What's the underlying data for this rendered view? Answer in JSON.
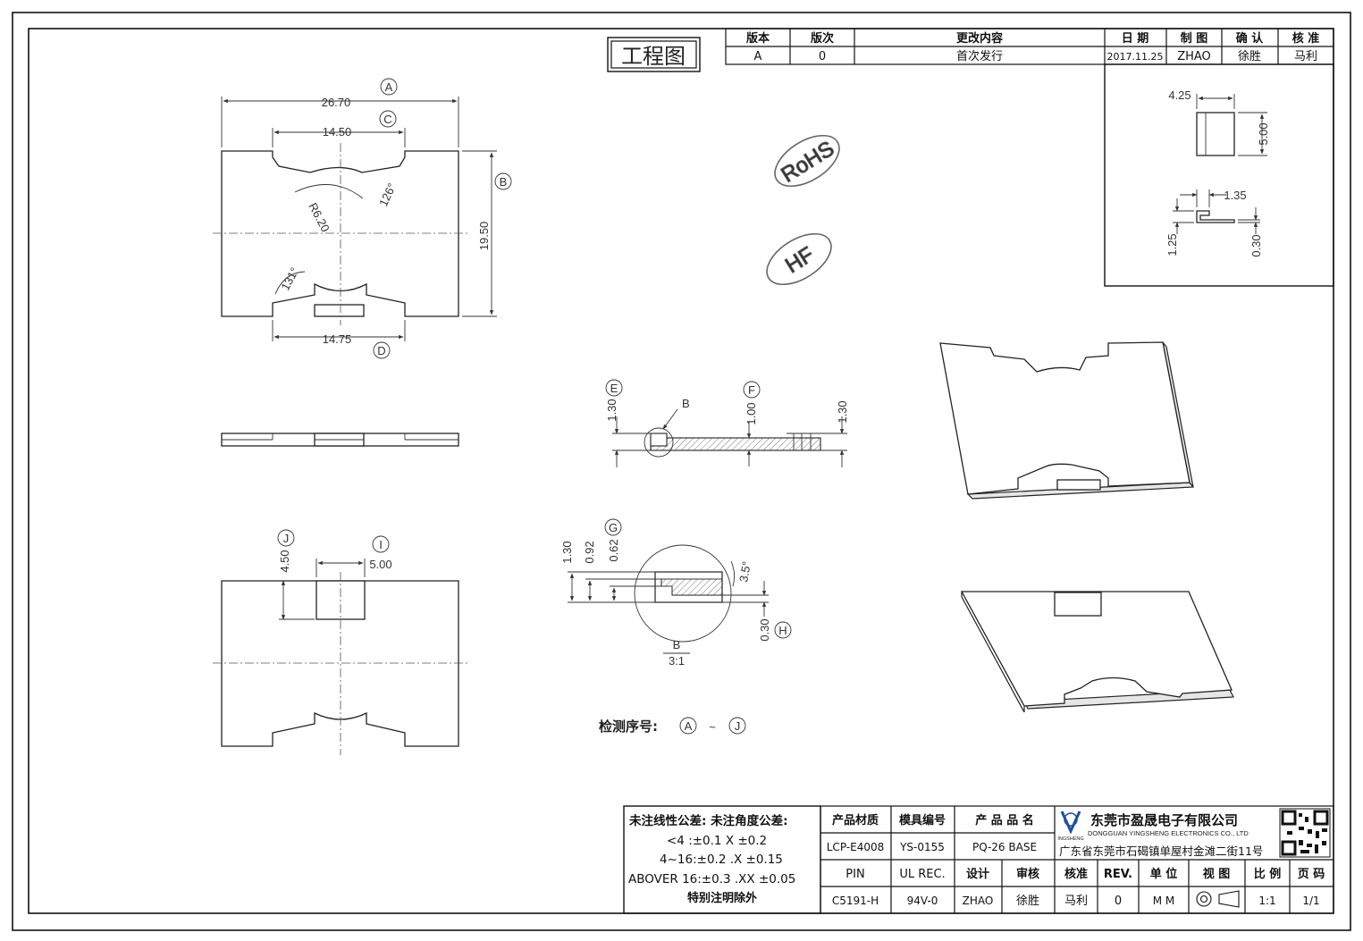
{
  "title_label": "工程图",
  "stamps": {
    "rohs": "RoHS",
    "hf": "HF"
  },
  "revision_table": {
    "headers": [
      "版本",
      "版次",
      "更改内容",
      "日 期",
      "制 图",
      "确 认",
      "核 准"
    ],
    "row": [
      "A",
      "0",
      "首次发行",
      "2017.11.25",
      "ZHAO",
      "徐胜",
      "马利"
    ]
  },
  "top_view": {
    "dims": {
      "width": "26.70",
      "notch_top": "14.50",
      "notch_bottom": "14.75",
      "height": "19.50",
      "radius": "R6.20",
      "angle_top": "126°",
      "angle_bottom": "131°"
    },
    "markers": {
      "a": "A",
      "b": "B",
      "c": "C",
      "d": "D"
    }
  },
  "side_section": {
    "dims": {
      "left_height": "1.30",
      "mid_thickness": "1.00",
      "right_height": "1.30"
    },
    "markers": {
      "e": "E",
      "f": "F"
    },
    "detail_callout": "B"
  },
  "bottom_view": {
    "dims": {
      "slot_height": "4.50",
      "slot_width": "5.00"
    },
    "markers": {
      "j": "J",
      "i": "I"
    }
  },
  "detail_b": {
    "dims": {
      "d1": "1.30",
      "d2": "0.92",
      "d3": "0.62",
      "angle": "3.5°",
      "thickness": "0.30"
    },
    "markers": {
      "g": "G",
      "h": "H"
    },
    "label": "B",
    "scale": "3:1"
  },
  "inspection": {
    "label": "检测序号:",
    "from": "A",
    "sep": "~",
    "to": "J"
  },
  "clip_view": {
    "dims": {
      "width": "4.25",
      "height": "5.00",
      "offset": "1.35",
      "lip": "1.25",
      "thickness": "0.30"
    }
  },
  "tolerance": {
    "header": "未注线性公差:  未注角度公差:",
    "lines": [
      "<4  :±0.1   X  ±0.2",
      "4~16:±0.2  .X  ±0.15",
      "ABOVER 16:±0.3  .XX  ±0.05"
    ],
    "note": "特别注明除外"
  },
  "info_table": {
    "row1": [
      "产品材质",
      "模具编号",
      "产 品 品 名"
    ],
    "row2": [
      "LCP-E4008",
      "YS-0155",
      "PQ-26 BASE"
    ],
    "row3": [
      "PIN",
      "UL REC.",
      "设计",
      "审核",
      "核准",
      "REV.",
      "单 位",
      "视 图",
      "比 例",
      "页 码"
    ],
    "row4": [
      "C5191-H",
      "94V-0",
      "ZHAO",
      "徐胜",
      "马利",
      "0",
      "M M",
      "1:1",
      "1/1"
    ]
  },
  "company": {
    "name_cn": "东莞市盈晟电子有限公司",
    "name_en": "DONGGUAN YINGSHENG ELECTRONICS CO., LTD",
    "address": "广东省东莞市石碣镇单屋村金滩二街11号",
    "logo_text": "INGSHENG"
  }
}
